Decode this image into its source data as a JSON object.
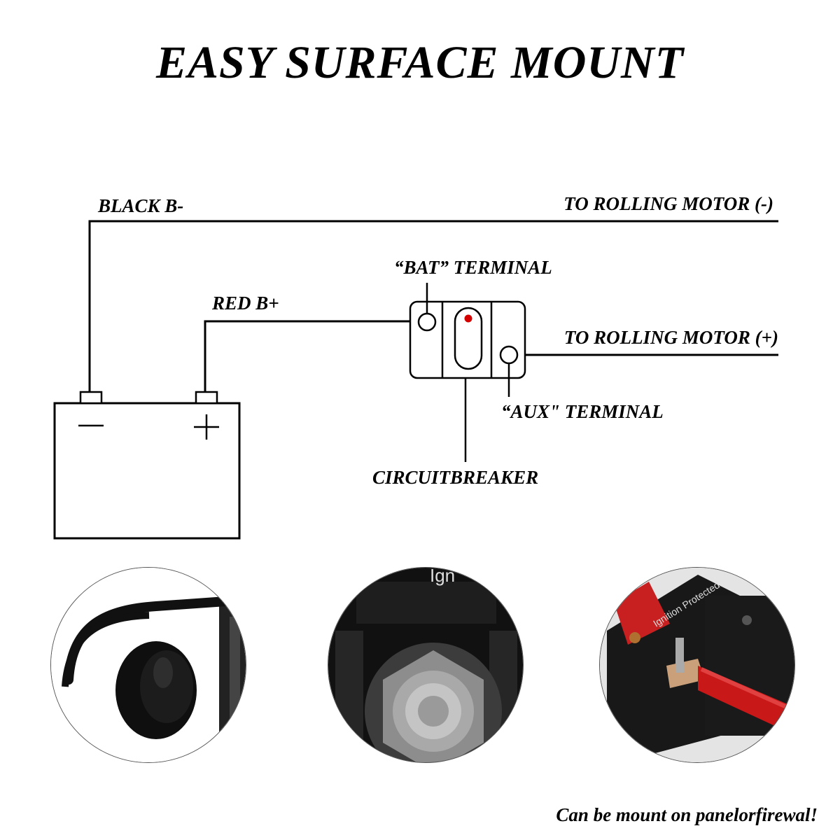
{
  "title": "EASY SURFACE MOUNT",
  "labels": {
    "black_b": "BLACK B-",
    "red_b": "RED B+",
    "to_motor_neg": "TO ROLLING MOTOR (-)",
    "to_motor_pos": "TO ROLLING MOTOR (+)",
    "bat_terminal": "“BAT” TERMINAL",
    "aux_terminal": "“AUX\" TERMINAL",
    "circuit_breaker": "CIRCUITBREAKER",
    "battery_minus": "−",
    "battery_plus": "+"
  },
  "photos": [
    {
      "name": "rubber-cap",
      "caption": ""
    },
    {
      "name": "terminal-nut",
      "caption": "Ign"
    },
    {
      "name": "breaker-with-cable",
      "caption": "Ignition Protected"
    }
  ],
  "colors": {
    "indicator": "#d40000",
    "cable_red": "#c81818"
  },
  "footer": "Can be mount on panelorfirewal!"
}
